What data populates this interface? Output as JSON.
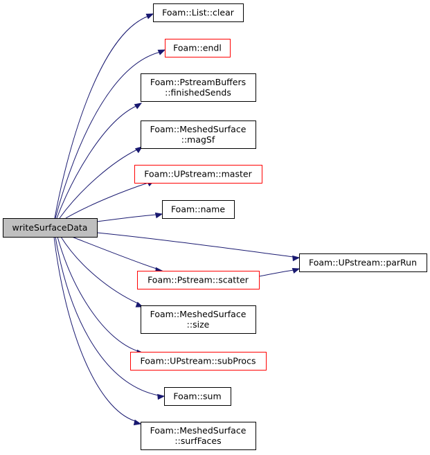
{
  "colors": {
    "edge": "#191970",
    "node_border": "#000000",
    "node_border_incomplete": "#ff0000",
    "root_fill": "#bfbfbf"
  },
  "root": {
    "id": "root",
    "lines": [
      "writeSurfaceData"
    ]
  },
  "nodes": [
    {
      "id": "n-list-clear",
      "lines": [
        "Foam::List::clear"
      ],
      "red": false
    },
    {
      "id": "n-endl",
      "lines": [
        "Foam::endl"
      ],
      "red": true
    },
    {
      "id": "n-finishedsends",
      "lines": [
        "Foam::PstreamBuffers",
        "::finishedSends"
      ],
      "red": false
    },
    {
      "id": "n-magsf",
      "lines": [
        "Foam::MeshedSurface",
        "::magSf"
      ],
      "red": false
    },
    {
      "id": "n-master",
      "lines": [
        "Foam::UPstream::master"
      ],
      "red": true
    },
    {
      "id": "n-name",
      "lines": [
        "Foam::name"
      ],
      "red": false
    },
    {
      "id": "n-parrun",
      "lines": [
        "Foam::UPstream::parRun"
      ],
      "red": false
    },
    {
      "id": "n-scatter",
      "lines": [
        "Foam::Pstream::scatter"
      ],
      "red": true
    },
    {
      "id": "n-size",
      "lines": [
        "Foam::MeshedSurface",
        "::size"
      ],
      "red": false
    },
    {
      "id": "n-subprocs",
      "lines": [
        "Foam::UPstream::subProcs"
      ],
      "red": true
    },
    {
      "id": "n-sum",
      "lines": [
        "Foam::sum"
      ],
      "red": false
    },
    {
      "id": "n-surffaces",
      "lines": [
        "Foam::MeshedSurface",
        "::surfFaces"
      ],
      "red": false
    }
  ],
  "edges": [
    {
      "from": "root",
      "to": "n-list-clear"
    },
    {
      "from": "root",
      "to": "n-endl"
    },
    {
      "from": "root",
      "to": "n-finishedsends"
    },
    {
      "from": "root",
      "to": "n-magsf"
    },
    {
      "from": "root",
      "to": "n-master"
    },
    {
      "from": "root",
      "to": "n-name"
    },
    {
      "from": "root",
      "to": "n-parrun"
    },
    {
      "from": "root",
      "to": "n-scatter"
    },
    {
      "from": "root",
      "to": "n-size"
    },
    {
      "from": "root",
      "to": "n-subprocs"
    },
    {
      "from": "root",
      "to": "n-sum"
    },
    {
      "from": "root",
      "to": "n-surffaces"
    },
    {
      "from": "n-scatter",
      "to": "n-parrun"
    }
  ]
}
